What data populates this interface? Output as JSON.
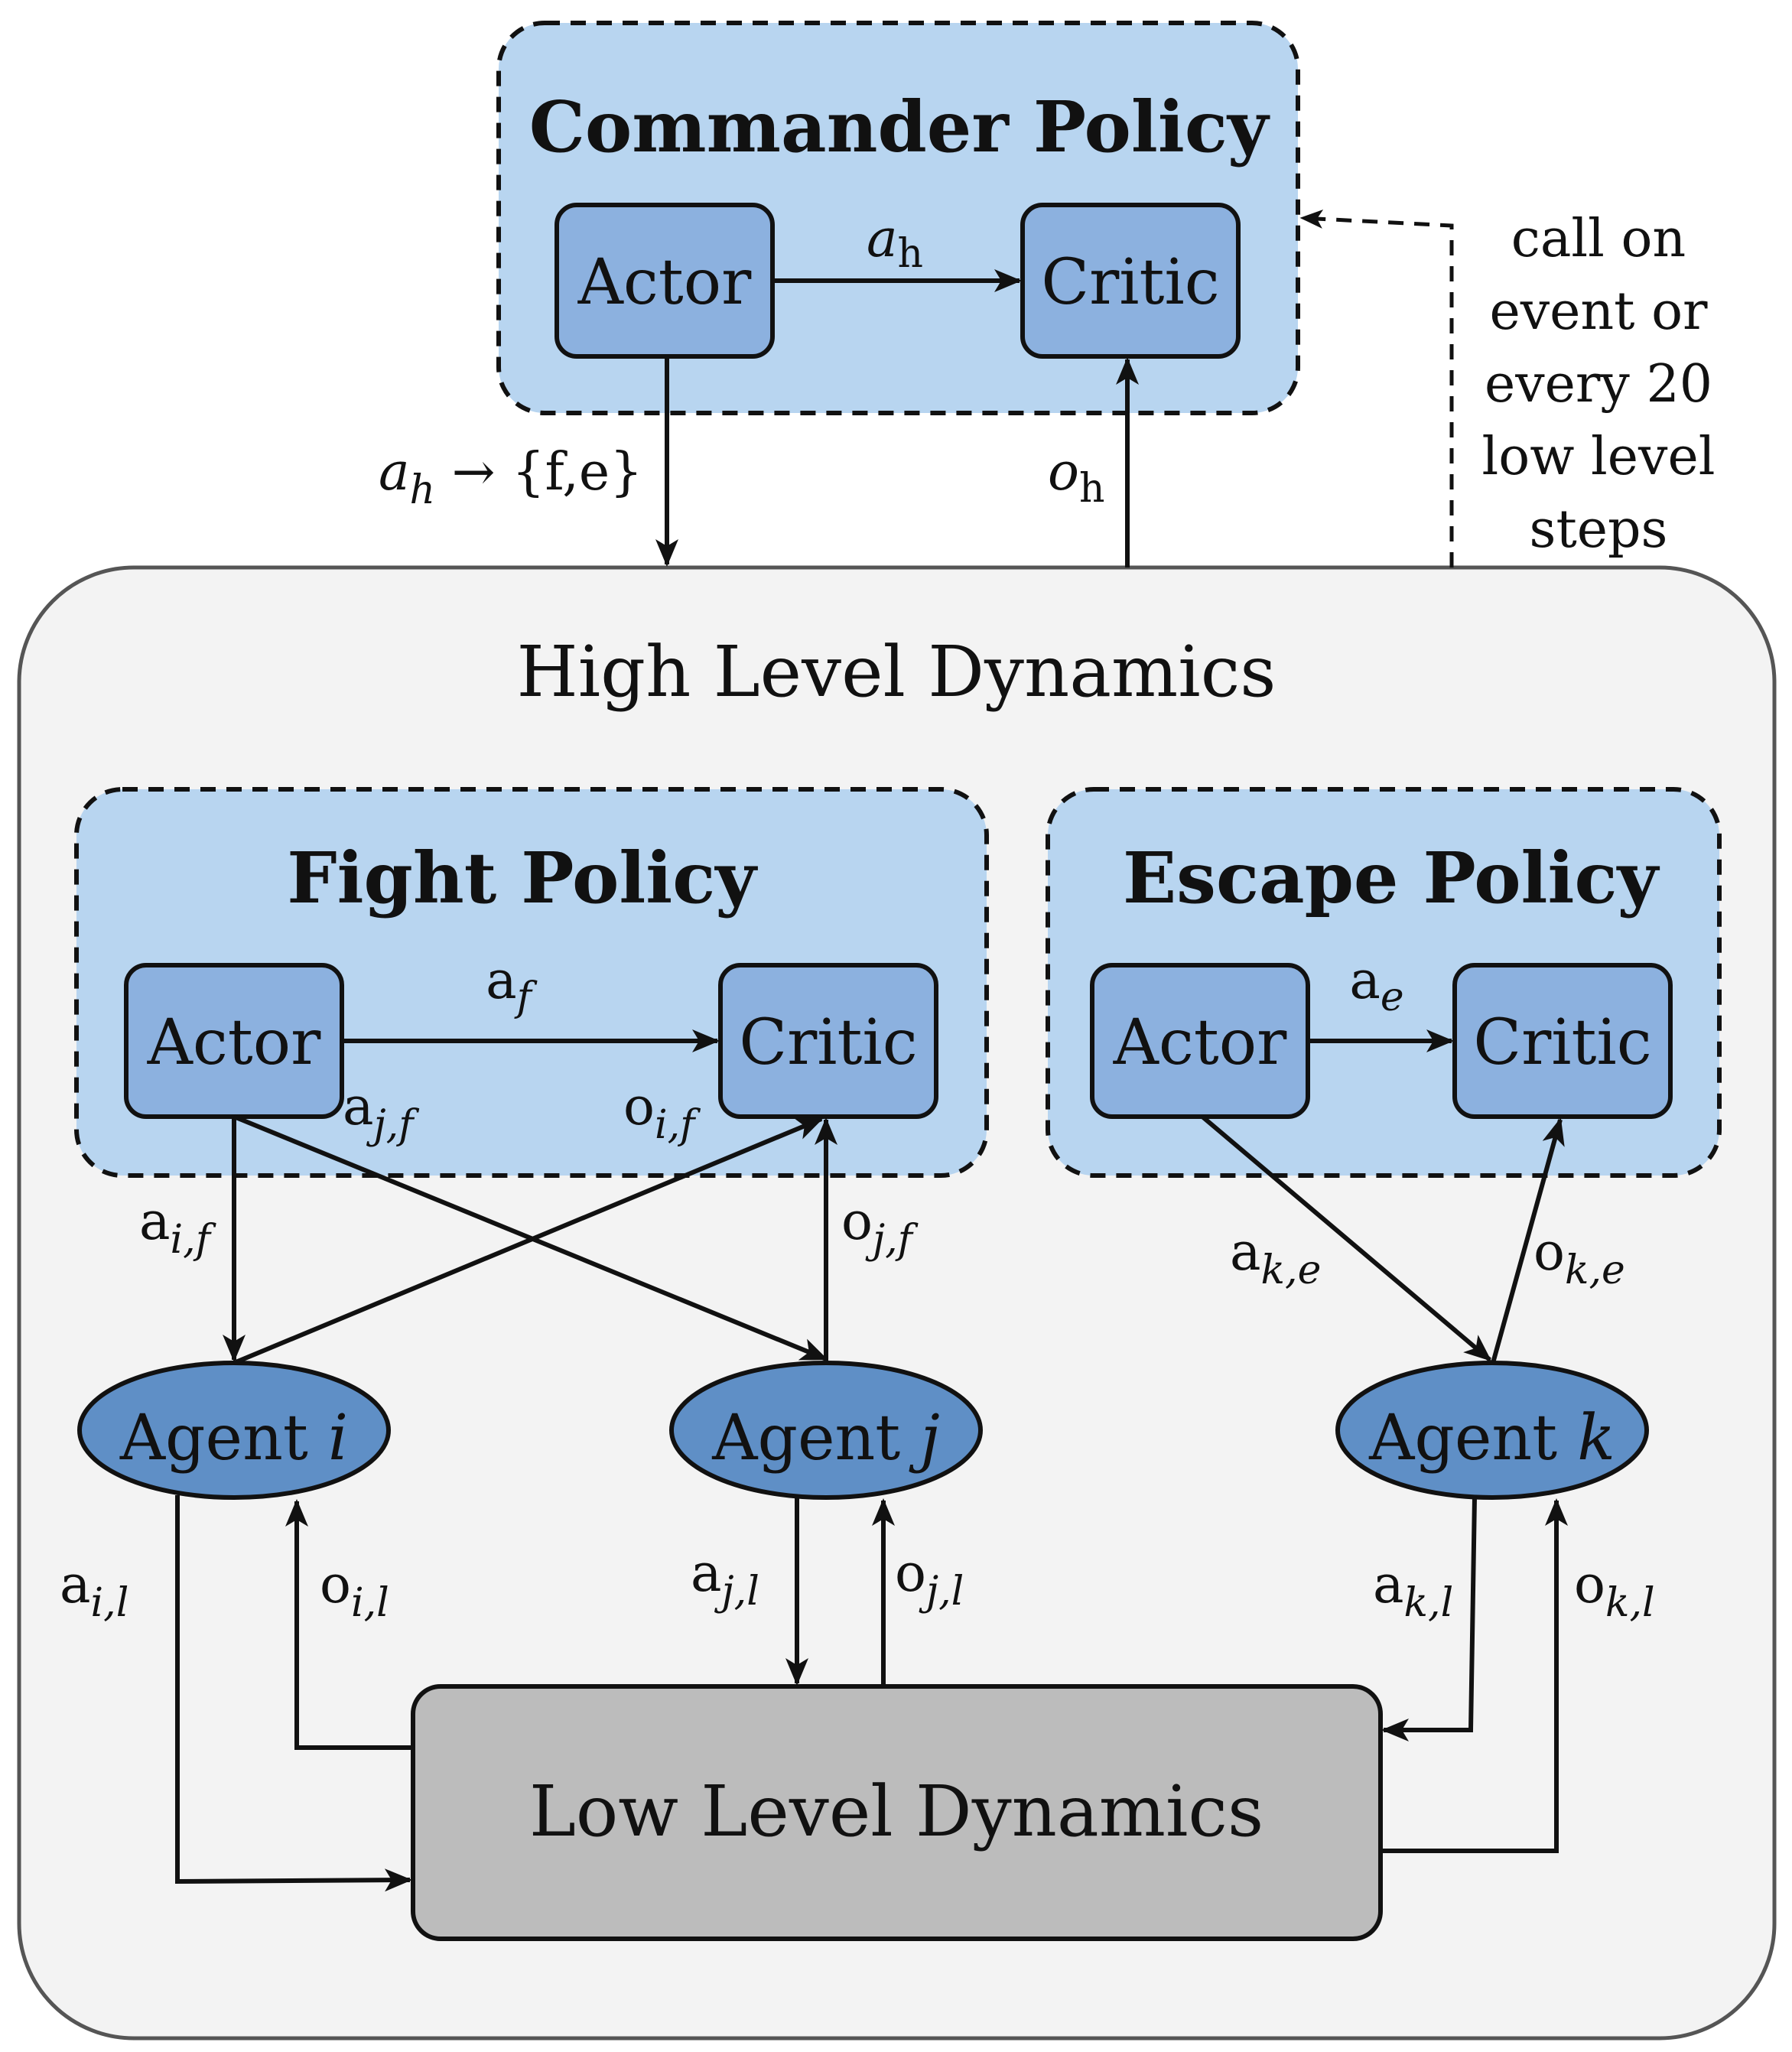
{
  "colors": {
    "policy_fill": "#b8d5f0",
    "box_fill": "#8cb1df",
    "agent_fill": "#5f8fc6",
    "dynamics_fill": "#f3f3f3",
    "low_fill": "#bcbcbc",
    "stroke": "#111111"
  },
  "commander": {
    "title": "Commander Policy",
    "actor": "Actor",
    "critic": "Critic",
    "edge_label": {
      "base": "a",
      "sub": "h"
    }
  },
  "fight": {
    "title": "Fight Policy",
    "actor": "Actor",
    "critic": "Critic",
    "edge_label": {
      "base": "a",
      "sub": "f"
    }
  },
  "escape": {
    "title": "Escape Policy",
    "actor": "Actor",
    "critic": "Critic",
    "edge_label": {
      "base": "a",
      "sub": "e"
    }
  },
  "high_level": {
    "title": "High Level Dynamics"
  },
  "low_level": {
    "title": "Low Level Dynamics"
  },
  "agents": {
    "i": {
      "base": "Agent ",
      "var": "i"
    },
    "j": {
      "base": "Agent ",
      "var": "j"
    },
    "k": {
      "base": "Agent ",
      "var": "k"
    }
  },
  "edges": {
    "ah_set": {
      "base": "a",
      "sub": "h",
      "rest": " → {f,e}"
    },
    "oh": {
      "base": "o",
      "sub": "h"
    },
    "a_jf": {
      "base": "a",
      "sub": "j,f"
    },
    "o_if": {
      "base": "o",
      "sub": "i,f"
    },
    "a_if": {
      "base": "a",
      "sub": "i,f"
    },
    "o_jf": {
      "base": "o",
      "sub": "j,f"
    },
    "a_ke": {
      "base": "a",
      "sub": "k,e"
    },
    "o_ke": {
      "base": "o",
      "sub": "k,e"
    },
    "a_il": {
      "base": "a",
      "sub": "i,l"
    },
    "o_il": {
      "base": "o",
      "sub": "i,l"
    },
    "a_jl": {
      "base": "a",
      "sub": "j,l"
    },
    "o_jl": {
      "base": "o",
      "sub": "j,l"
    },
    "a_kl": {
      "base": "a",
      "sub": "k,l"
    },
    "o_kl": {
      "base": "o",
      "sub": "k,l"
    }
  },
  "call_note": [
    "call on",
    "event or",
    "every 20",
    "low level",
    "steps"
  ]
}
